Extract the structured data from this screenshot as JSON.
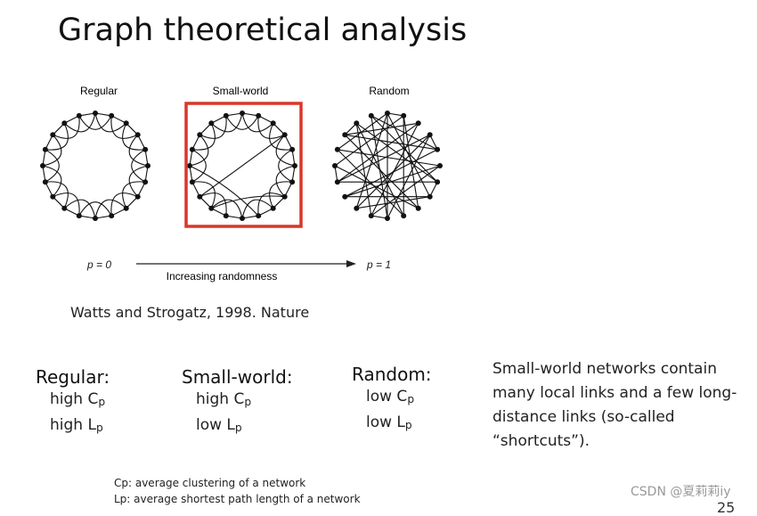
{
  "slide": {
    "title": "Graph theoretical analysis",
    "figure": {
      "labels": {
        "regular": "Regular",
        "small_world": "Small-world",
        "random": "Random"
      },
      "p_start": "p = 0",
      "p_end": "p = 1",
      "arrow_label": "Increasing randomness",
      "highlight_color": "#d9372b"
    },
    "citation": "Watts and Strogatz, 1998. Nature",
    "categories": [
      {
        "name": "Regular:",
        "line1_prefix": "high C",
        "line1_sub": "p",
        "line2_prefix": "high L",
        "line2_sub": "p"
      },
      {
        "name": "Small-world:",
        "line1_prefix": "high C",
        "line1_sub": "p",
        "line2_prefix": "low L",
        "line2_sub": "p"
      },
      {
        "name": "Random:",
        "line1_prefix": "low C",
        "line1_sub": "p",
        "line2_prefix": "low L",
        "line2_sub": "p"
      }
    ],
    "description": "Small-world networks contain many local links and a few long-distance links (so-called “shortcuts”).",
    "definitions": {
      "cp": "Cp: average clustering of a network",
      "lp": "Lp: average shortest path length of a network"
    },
    "watermark": "CSDN @夏莉莉iy",
    "page_number": "25"
  }
}
